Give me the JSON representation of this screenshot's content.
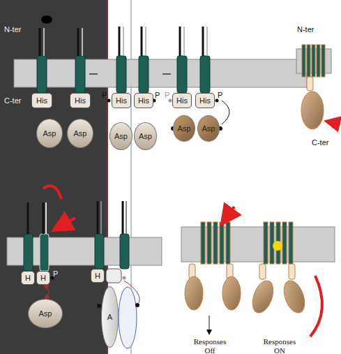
{
  "diagram": {
    "nodes": [
      {
        "text": [
          "His"
        ]
      },
      {
        "text": [
          "His"
        ]
      },
      {
        "text": [
          "Asp"
        ]
      },
      {
        "text": [
          "Asp"
        ]
      },
      {
        "text": [
          "His"
        ]
      },
      {
        "text": [
          "His"
        ]
      },
      {
        "text": [
          "Asp"
        ]
      },
      {
        "text": [
          "Asp"
        ]
      },
      {
        "text": [
          "His"
        ]
      },
      {
        "text": [
          "His"
        ]
      },
      {
        "text": [
          "Asp"
        ]
      },
      {
        "text": [
          "Asp"
        ]
      },
      {
        "text": [
          "H"
        ]
      },
      {
        "text": [
          "H"
        ]
      },
      {
        "text": [
          "Asp"
        ]
      },
      {
        "text": [
          "H"
        ]
      },
      {
        "text": [
          "A"
        ]
      }
    ],
    "edges": [
      {
        "from": 13,
        "to": 14,
        "arrow": "both"
      }
    ],
    "labels": [
      "N-ter",
      "C-ter",
      "P",
      "P",
      "P",
      "P",
      "N-ter",
      "C-ter",
      "P",
      "Responses Off",
      "Responses ON"
    ]
  }
}
